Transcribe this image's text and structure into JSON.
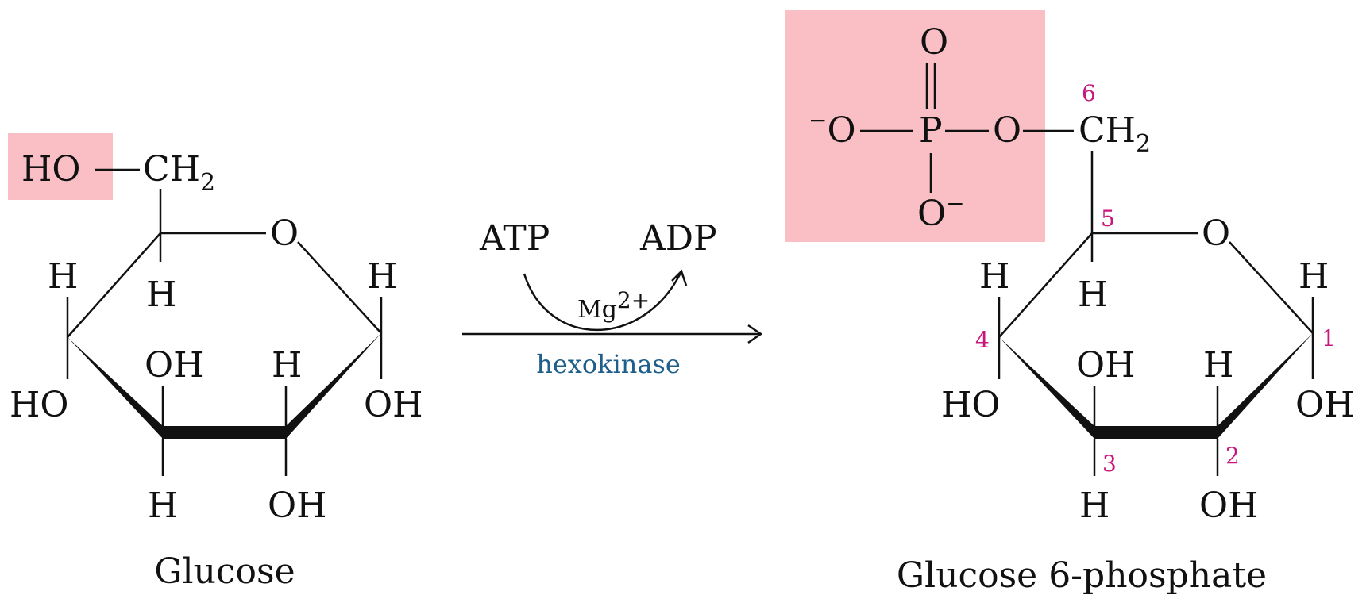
{
  "colors": {
    "highlight": "#f9bfc4",
    "atom_number": "#c8177a",
    "enzyme": "#1f5f8b",
    "ink": "#111111"
  },
  "glucose": {
    "caption": "Glucose",
    "ho_ch2": {
      "ho": "HO",
      "ch": "CH",
      "sub": "2"
    },
    "ring_o": "O",
    "atoms": {
      "c5_h": "H",
      "c4_h": "H",
      "c4_ho": "HO",
      "c3_oh": "OH",
      "c3_h": "H",
      "c2_h": "H",
      "c2_oh": "OH",
      "c1_h": "H",
      "c1_oh": "OH"
    }
  },
  "reaction": {
    "atp": "ATP",
    "adp": "ADP",
    "cofactor": {
      "base": "Mg",
      "charge": "2+"
    },
    "enzyme": "hexokinase"
  },
  "g6p": {
    "caption": "Glucose 6-phosphate",
    "phosphate": {
      "top_o": "O",
      "left_o": "O",
      "left_charge": "−",
      "p": "P",
      "bridge_o": "O",
      "bottom_o": "O",
      "bottom_charge": "−"
    },
    "ch2": {
      "ch": "CH",
      "sub": "2"
    },
    "ring_o": "O",
    "atoms": {
      "c5_h": "H",
      "c4_h": "H",
      "c4_ho": "HO",
      "c3_oh": "OH",
      "c3_h": "H",
      "c2_h": "H",
      "c2_oh": "OH",
      "c1_h": "H",
      "c1_oh": "OH"
    },
    "numbers": {
      "n1": "1",
      "n2": "2",
      "n3": "3",
      "n4": "4",
      "n5": "5",
      "n6": "6"
    }
  }
}
